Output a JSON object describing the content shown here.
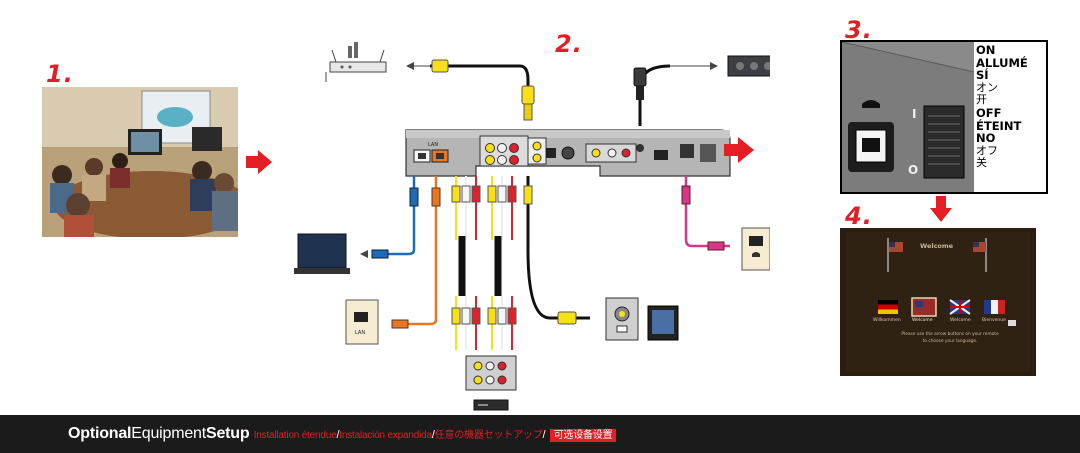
{
  "steps": {
    "one": "1.",
    "two": "2.",
    "three": "3.",
    "four": "4."
  },
  "switch_labels": {
    "on": [
      "ON",
      "ALLUMÉ",
      "SÍ"
    ],
    "on_ja": "オン",
    "on_zh": "开",
    "off": [
      "OFF",
      "ÉTEINT",
      "NO"
    ],
    "off_ja": "オフ",
    "off_zh": "关",
    "switch_on_mark": "I",
    "switch_off_mark": "O"
  },
  "panel_labels": {
    "lan": "LAN",
    "wall_lan": "LAN"
  },
  "welcome_screen": {
    "title": "Welcome",
    "languages": [
      "Willkommen",
      "Welcome",
      "Welcome",
      "Bienvenue"
    ],
    "instruction_line1": "Please use the arrow buttons on your remote",
    "instruction_line2": "to choose your language."
  },
  "footer": {
    "optional": "Optional",
    "equipment": "Equipment",
    "setup": "Setup",
    "fr": "Installation étendue",
    "es": "Instalación expandida",
    "ja": "任意の機器セットアップ",
    "zh": "可选设备设置",
    "sep": "/"
  },
  "colors": {
    "accent_red": "#e31e24",
    "footer_bg": "#1b1b1b",
    "cable_yellow": "#f7e017",
    "cable_red": "#d9232d",
    "cable_blue": "#1e6bb8",
    "cable_orange": "#e87722",
    "cable_pink": "#d6378a"
  }
}
